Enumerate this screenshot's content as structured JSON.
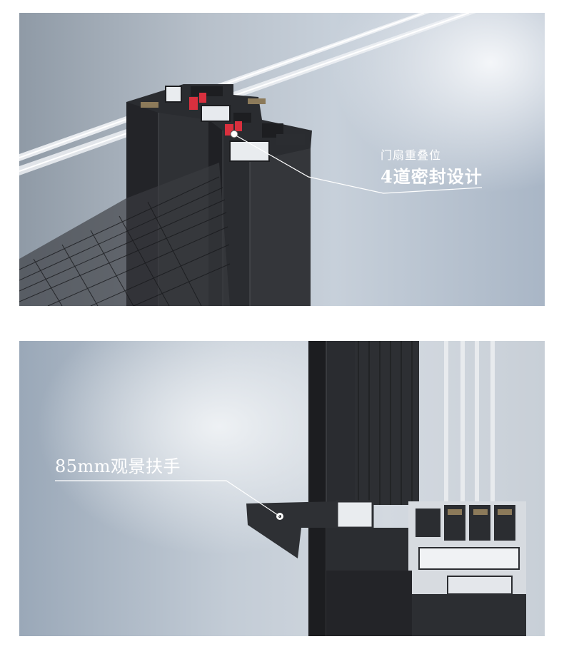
{
  "top_panel": {
    "caption_small": "门扇重叠位",
    "caption_big": "4道密封设计"
  },
  "bottom_panel": {
    "caption_big": "85mm观景扶手"
  },
  "colors": {
    "profile_dark": "#2b2d31",
    "seal_red": "#d9303e",
    "aluminium_light": "#e9ecef",
    "glass_white": "#f3f5f7"
  }
}
